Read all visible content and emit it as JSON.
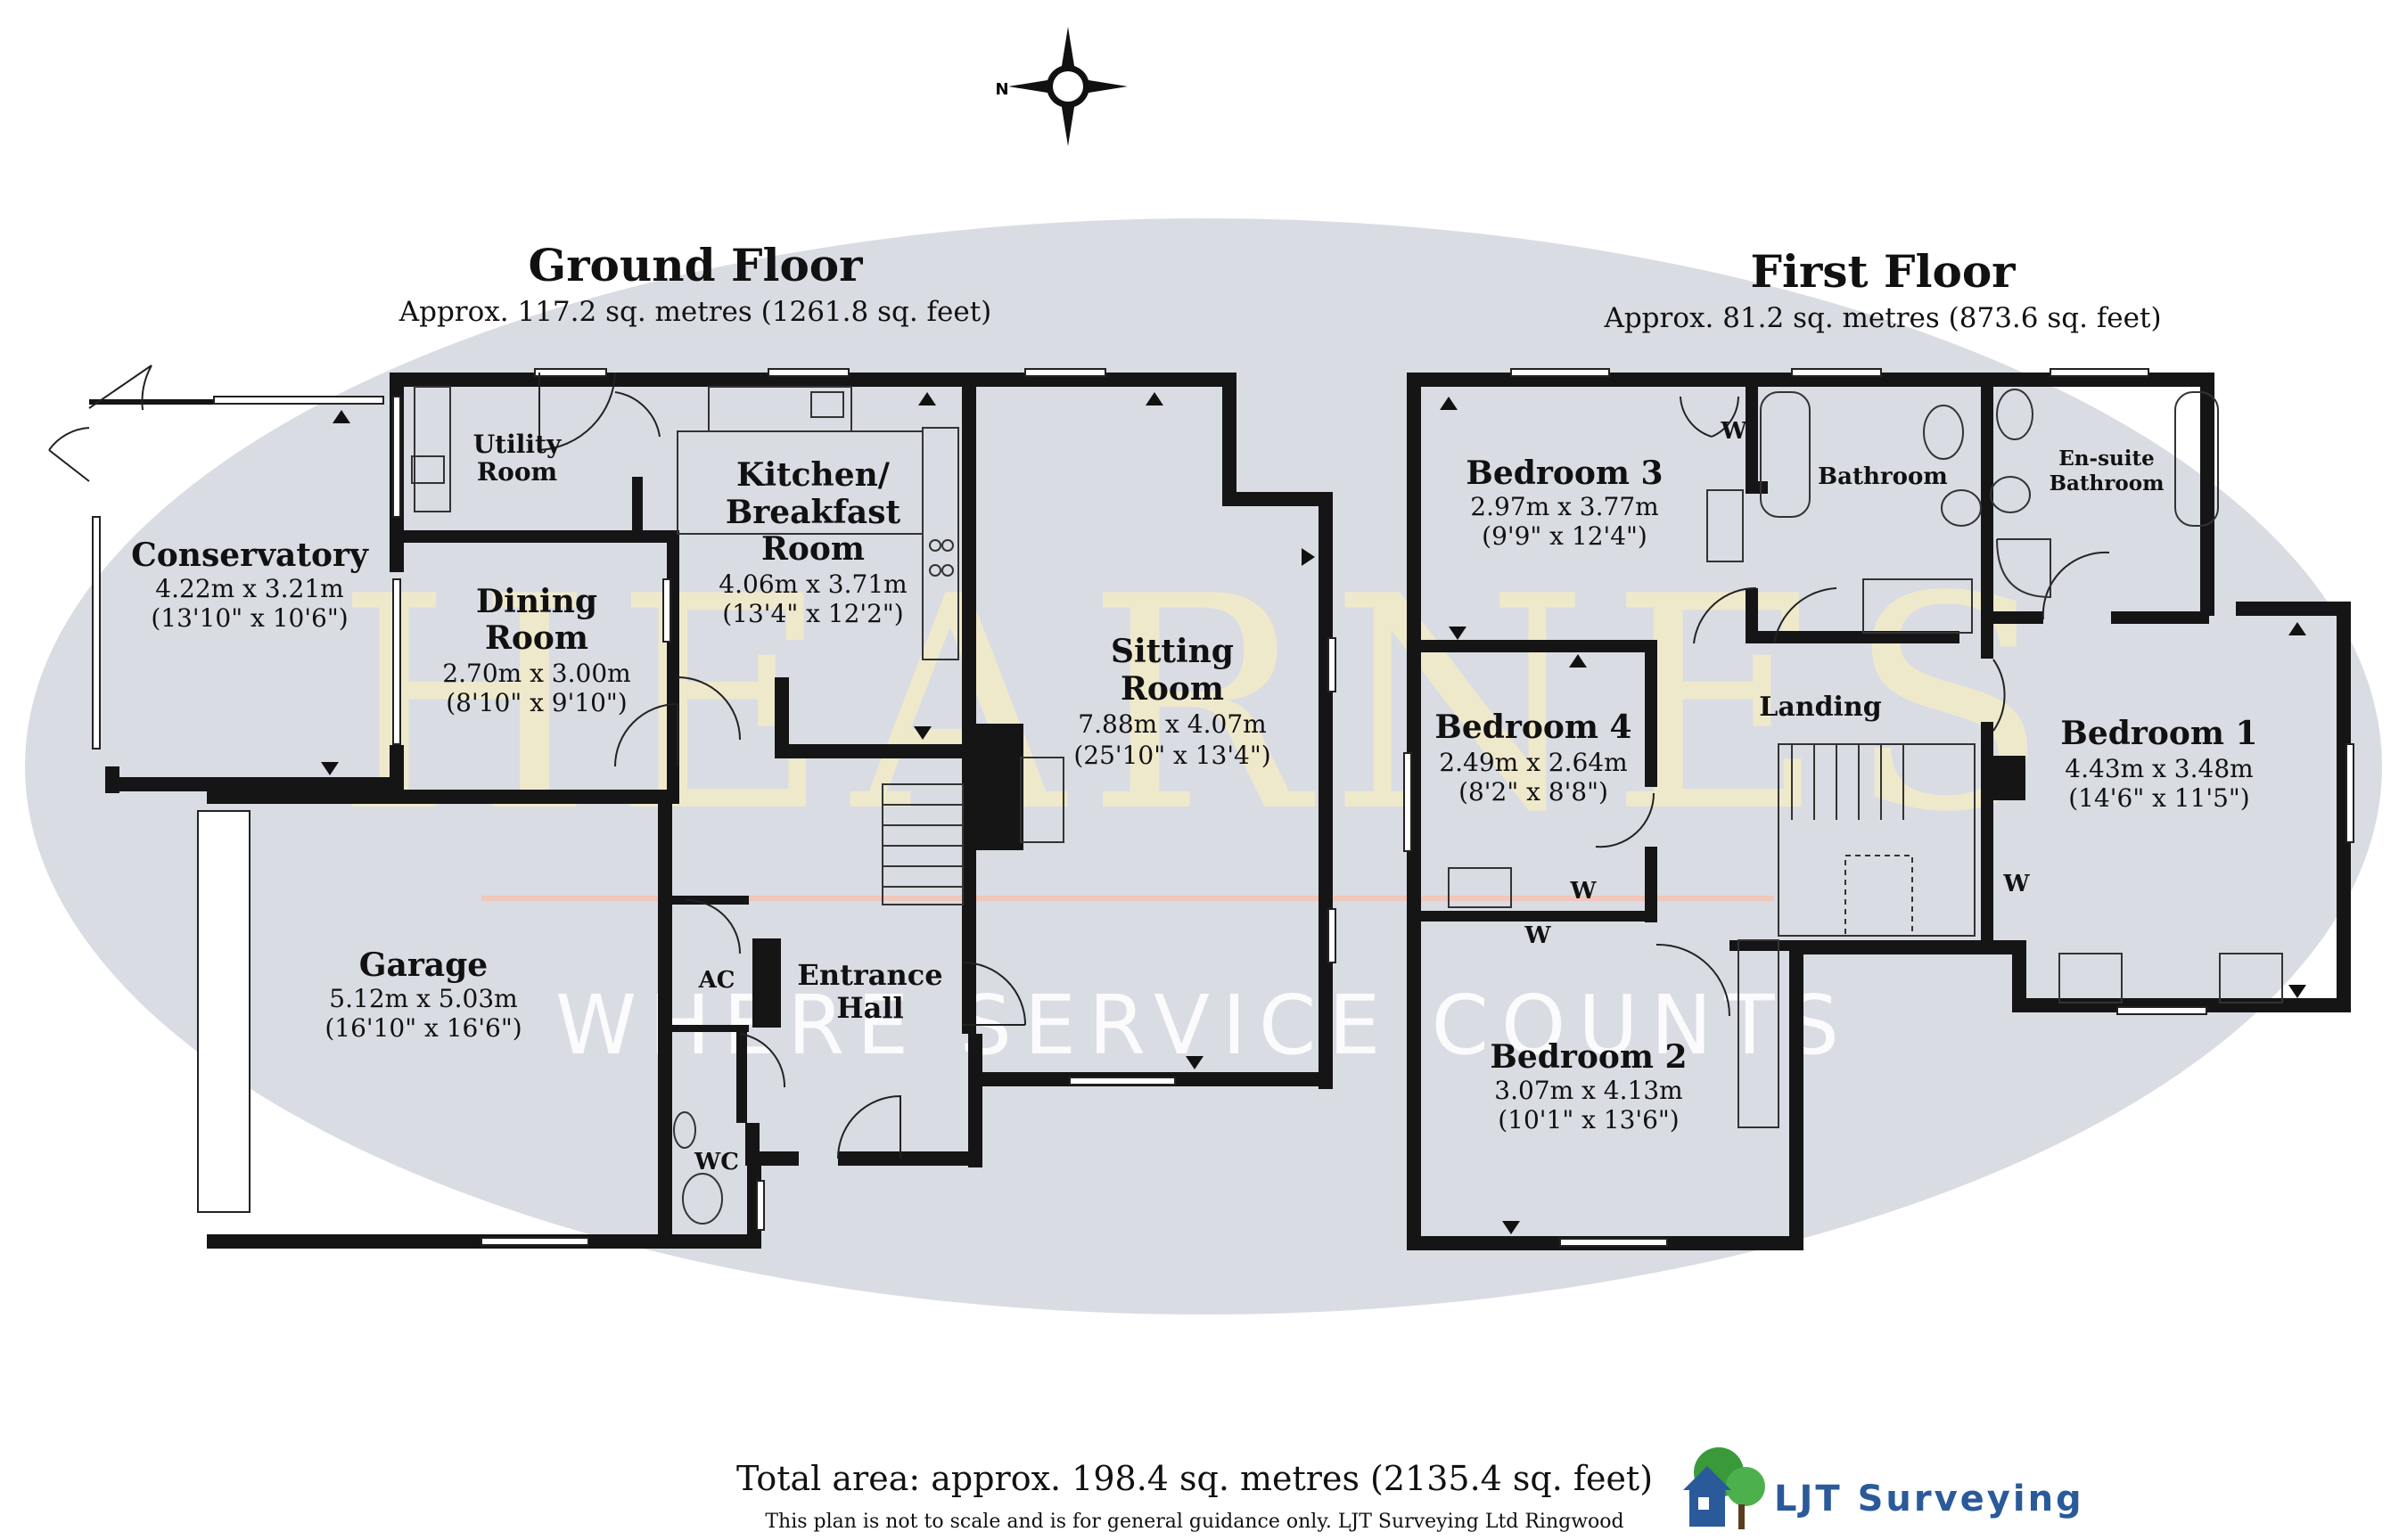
{
  "brand": {
    "watermark": "HEARNES",
    "tagline": "WHERE SERVICE COUNTS",
    "logo_text": "LJT Surveying",
    "compass_label": "N"
  },
  "floors": {
    "ground": {
      "title": "Ground Floor",
      "area": "Approx. 117.2 sq. metres (1261.8 sq. feet)",
      "rooms": {
        "conservatory": {
          "name": "Conservatory",
          "metric": "4.22m x 3.21m",
          "imperial": "(13'10\" x 10'6\")"
        },
        "utility": {
          "line1": "Utility",
          "line2": "Room"
        },
        "kitchen": {
          "line1": "Kitchen/",
          "line2": "Breakfast",
          "line3": "Room",
          "metric": "4.06m x 3.71m",
          "imperial": "(13'4\" x 12'2\")"
        },
        "dining": {
          "line1": "Dining",
          "line2": "Room",
          "metric": "2.70m x 3.00m",
          "imperial": "(8'10\" x 9'10\")"
        },
        "sitting": {
          "line1": "Sitting",
          "line2": "Room",
          "metric": "7.88m x 4.07m",
          "imperial": "(25'10\" x 13'4\")"
        },
        "garage": {
          "name": "Garage",
          "metric": "5.12m x 5.03m",
          "imperial": "(16'10\" x 16'6\")"
        },
        "hall": {
          "line1": "Entrance",
          "line2": "Hall"
        },
        "ac": {
          "name": "AC"
        },
        "wc": {
          "name": "WC"
        }
      }
    },
    "first": {
      "title": "First Floor",
      "area": "Approx. 81.2 sq. metres (873.6 sq. feet)",
      "rooms": {
        "bedroom3": {
          "name": "Bedroom 3",
          "metric": "2.97m x 3.77m",
          "imperial": "(9'9\" x 12'4\")"
        },
        "bathroom": {
          "name": "Bathroom"
        },
        "ensuite": {
          "line1": "En-suite",
          "line2": "Bathroom"
        },
        "bedroom4": {
          "name": "Bedroom 4",
          "metric": "2.49m x 2.64m",
          "imperial": "(8'2\" x 8'8\")"
        },
        "landing": {
          "name": "Landing"
        },
        "bedroom1": {
          "name": "Bedroom 1",
          "metric": "4.43m x 3.48m",
          "imperial": "(14'6\" x 11'5\")"
        },
        "bedroom2": {
          "name": "Bedroom 2",
          "metric": "3.07m x 4.13m",
          "imperial": "(10'1\" x 13'6\")"
        },
        "wardrobe_label": "W"
      }
    }
  },
  "footer": {
    "total": "Total area: approx. 198.4 sq. metres (2135.4 sq. feet)",
    "disclaimer": "This plan is not to scale and is for general guidance only. LJT Surveying Ltd Ringwood"
  },
  "colors": {
    "ellipse": "#d9dce3",
    "wall": "#151515",
    "watermark": "#f3ecc8",
    "logo_green": "#3a9a3a",
    "logo_blue": "#2a5a9a"
  }
}
